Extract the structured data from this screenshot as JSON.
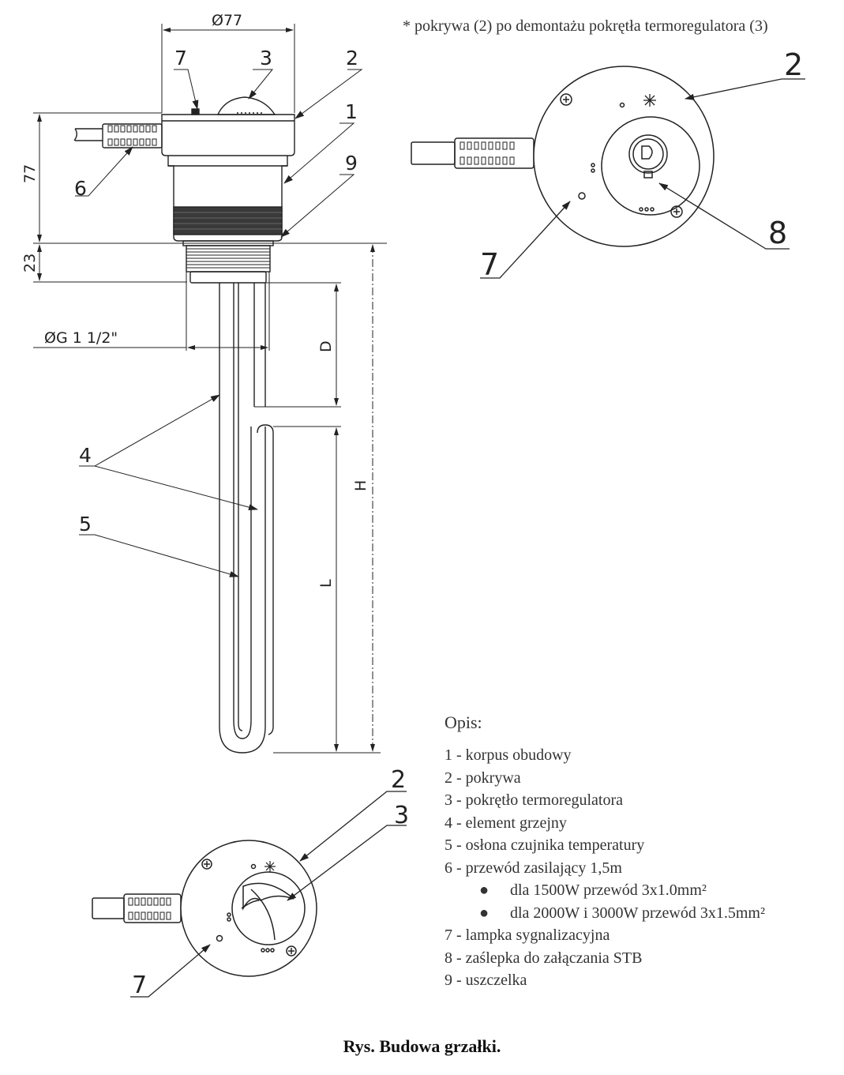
{
  "note": "* pokrywa (2) po demontażu pokrętła termoregulatora (3)",
  "dimensions": {
    "cap_diameter": "Ø77",
    "head_height": "77",
    "thread_height": "23",
    "thread": "ØG 1 1/2\"",
    "depth": "D",
    "length": "L",
    "height": "H"
  },
  "callouts": {
    "side_view": [
      "7",
      "3",
      "2",
      "1",
      "9",
      "6",
      "4",
      "5"
    ],
    "top_view_cover": [
      "2",
      "8",
      "7"
    ],
    "top_view_knob": [
      "2",
      "3",
      "7"
    ]
  },
  "legend": {
    "title": "Opis:",
    "items": [
      {
        "text": "1 - korpus obudowy",
        "sub": false
      },
      {
        "text": "2 - pokrywa",
        "sub": false
      },
      {
        "text": "3 - pokrętło termoregulatora",
        "sub": false
      },
      {
        "text": "4 - element grzejny",
        "sub": false
      },
      {
        "text": "5 - osłona czujnika temperatury",
        "sub": false
      },
      {
        "text": "6 - przewód zasilający 1,5m",
        "sub": false
      },
      {
        "text": "dla 1500W przewód 3x1.0mm²",
        "sub": true
      },
      {
        "text": "dla 2000W i 3000W przewód 3x1.5mm²",
        "sub": true
      },
      {
        "text": "7 - lampka sygnalizacyjna",
        "sub": false
      },
      {
        "text": "8 - zaślepka do załączania STB",
        "sub": false
      },
      {
        "text": "9 - uszczelka",
        "sub": false
      }
    ]
  },
  "caption": "Rys.  Budowa grzałki."
}
